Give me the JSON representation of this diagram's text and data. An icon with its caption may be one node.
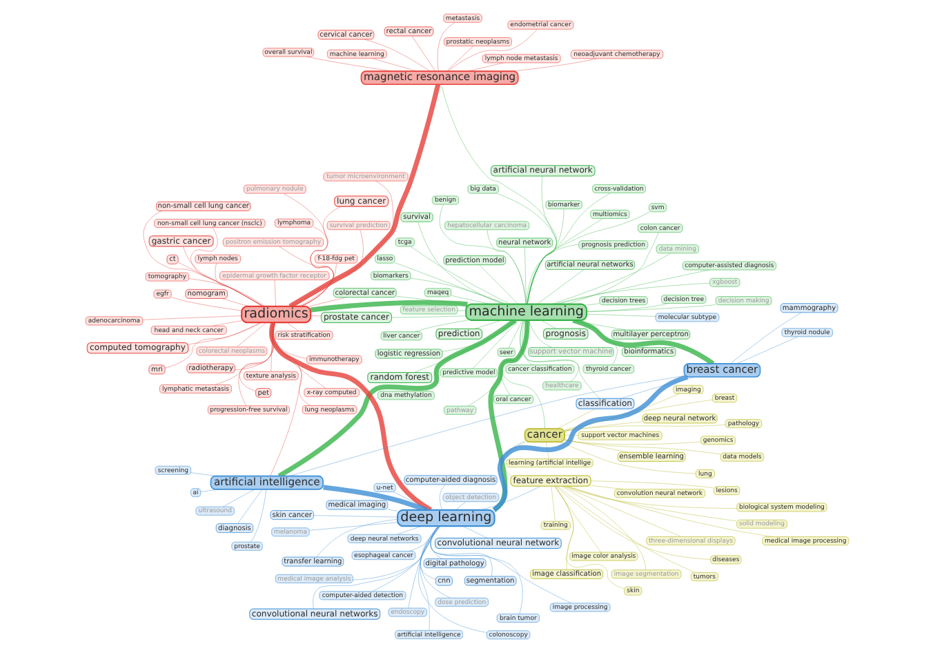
{
  "diagram": {
    "nodes": [
      {
        "text": [
          "logistic regression"
        ]
      },
      {
        "text": [
          "decision tree"
        ]
      },
      {
        "text": [
          "pathway"
        ]
      },
      {
        "text": [
          "benign"
        ]
      },
      {
        "text": [
          "decision trees"
        ]
      },
      {
        "text": [
          "maqeq"
        ]
      },
      {
        "text": [
          "random forest"
        ]
      },
      {
        "text": [
          "multilayer perceptron"
        ]
      },
      {
        "text": [
          "seer"
        ]
      },
      {
        "text": [
          "thyroid cancer"
        ]
      },
      {
        "text": [
          "cancer classification"
        ]
      },
      {
        "text": [
          "feature selection"
        ]
      },
      {
        "text": [
          "xgboost"
        ]
      },
      {
        "text": [
          "data mining"
        ]
      },
      {
        "text": [
          "artificial neural network"
        ]
      },
      {
        "text": [
          "support vector machine"
        ]
      },
      {
        "text": [
          "bioinformatics"
        ]
      },
      {
        "text": [
          "survival"
        ]
      },
      {
        "text": [
          "lasso"
        ]
      },
      {
        "text": [
          "tcga"
        ]
      },
      {
        "text": [
          "support vector machines"
        ]
      },
      {
        "text": [
          "prediction"
        ]
      },
      {
        "text": [
          "multiomics"
        ]
      },
      {
        "text": [
          "cross-validation"
        ]
      },
      {
        "text": [
          "big data"
        ]
      },
      {
        "text": [
          "genomics"
        ]
      },
      {
        "text": [
          "svm"
        ]
      },
      {
        "text": [
          "prediction model"
        ]
      },
      {
        "text": [
          "predictive model"
        ]
      },
      {
        "text": [
          "molecular subtype"
        ]
      },
      {
        "text": [
          "biomarker"
        ]
      },
      {
        "text": [
          "artificial neural networks"
        ]
      },
      {
        "text": [
          "dna methylation"
        ]
      },
      {
        "text": [
          "hepatocellular carcinoma"
        ]
      },
      {
        "text": [
          "deep neural network"
        ]
      },
      {
        "text": [
          "prognosis"
        ]
      },
      {
        "text": [
          "neural network"
        ]
      },
      {
        "text": [
          "endometrial cancer"
        ]
      },
      {
        "text": [
          "biomarkers"
        ]
      },
      {
        "text": [
          "learning (artificial intellige"
        ]
      },
      {
        "text": [
          "machine learning"
        ]
      },
      {
        "text": [
          "cancer"
        ]
      },
      {
        "text": [
          "machine learning"
        ]
      },
      {
        "text": [
          "colon cancer"
        ]
      },
      {
        "text": [
          "data models"
        ]
      },
      {
        "text": [
          "overall survival"
        ]
      },
      {
        "text": [
          "decision making"
        ]
      },
      {
        "text": [
          "neoadjuvant chemotherapy"
        ]
      },
      {
        "text": [
          "computer-assisted diagnosis"
        ]
      },
      {
        "text": [
          "diseases"
        ]
      },
      {
        "text": [
          "ensemble learning"
        ]
      },
      {
        "text": [
          "lymph node metastasis"
        ]
      },
      {
        "text": [
          "metastasis"
        ]
      },
      {
        "text": [
          "rectal cancer"
        ]
      },
      {
        "text": [
          "biological system modeling"
        ]
      },
      {
        "text": [
          "healthcare"
        ]
      },
      {
        "text": [
          "classification"
        ]
      },
      {
        "text": [
          "breast cancer"
        ]
      },
      {
        "text": [
          "feature extraction"
        ]
      },
      {
        "text": [
          "cervical cancer"
        ]
      },
      {
        "text": [
          "nomogram"
        ]
      },
      {
        "text": [
          "thyroid nodule"
        ]
      },
      {
        "text": [
          "magnetic resonance imaging"
        ]
      },
      {
        "text": [
          "breast"
        ]
      },
      {
        "text": [
          "medical image processing"
        ]
      },
      {
        "text": [
          "diagnosis"
        ]
      },
      {
        "text": [
          "prostatic neoplasms"
        ]
      },
      {
        "text": [
          "pathology"
        ]
      },
      {
        "text": [
          "tumors"
        ]
      },
      {
        "text": [
          "training"
        ]
      },
      {
        "text": [
          "progression-free survival"
        ]
      },
      {
        "text": [
          "ai"
        ]
      },
      {
        "text": [
          "mammography"
        ]
      },
      {
        "text": [
          "prostate cancer"
        ]
      },
      {
        "text": [
          "radiomics"
        ]
      },
      {
        "text": [
          "immunotherapy"
        ]
      },
      {
        "text": [
          "screening"
        ]
      },
      {
        "text": [
          "lymphatic metastasis"
        ]
      },
      {
        "text": [
          "image classification"
        ]
      },
      {
        "text": [
          "survival prediction"
        ]
      },
      {
        "text": [
          "deep neural networks"
        ]
      },
      {
        "text": [
          "prostate"
        ]
      },
      {
        "text": [
          "solid modeling"
        ]
      },
      {
        "text": [
          "texture analysis"
        ]
      },
      {
        "text": [
          "gastric cancer"
        ]
      },
      {
        "text": [
          "ultrasound"
        ]
      },
      {
        "text": [
          "artificial intelligence"
        ]
      },
      {
        "text": [
          "medical imaging"
        ]
      },
      {
        "text": [
          "convolution neural network"
        ]
      },
      {
        "text": [
          "skin"
        ]
      },
      {
        "text": [
          "non-small cell lung cancer"
        ]
      },
      {
        "text": [
          "medical image analysis"
        ]
      },
      {
        "text": [
          "lung cancer"
        ]
      },
      {
        "text": [
          "lymph nodes"
        ]
      },
      {
        "text": [
          "image color analysis"
        ]
      },
      {
        "text": [
          "artificial intelligence"
        ]
      },
      {
        "text": [
          "colorectal cancer"
        ]
      },
      {
        "text": [
          "risk stratification"
        ]
      },
      {
        "text": [
          "epidermal growth factor receptor"
        ]
      },
      {
        "text": [
          "mri"
        ]
      },
      {
        "text": [
          "lymphoma"
        ]
      },
      {
        "text": [
          "lesions"
        ]
      },
      {
        "text": [
          "melanoma"
        ]
      },
      {
        "text": [
          "transfer learning"
        ]
      },
      {
        "text": [
          "egfr"
        ]
      },
      {
        "text": [
          "deep learning"
        ]
      },
      {
        "text": [
          "f-18-fdg pet"
        ]
      },
      {
        "text": [
          "prognosis prediction"
        ]
      },
      {
        "text": [
          "imaging"
        ]
      },
      {
        "text": [
          "non-small cell lung cancer (nsclc)"
        ]
      },
      {
        "text": [
          "cnn"
        ]
      },
      {
        "text": [
          "tumor microenvironment"
        ]
      },
      {
        "text": [
          "skin cancer"
        ]
      },
      {
        "text": [
          "liver cancer"
        ]
      },
      {
        "text": [
          "computed tomography"
        ]
      },
      {
        "text": [
          "ct"
        ]
      },
      {
        "text": [
          "tomography"
        ]
      },
      {
        "text": [
          "colorectal neoplasms"
        ]
      },
      {
        "text": [
          "oral cancer"
        ]
      },
      {
        "text": [
          "positron emission tomography"
        ]
      },
      {
        "text": [
          "image segmentation"
        ]
      },
      {
        "text": [
          "convolutional neural networks"
        ]
      },
      {
        "text": [
          "x-ray computed"
        ]
      },
      {
        "text": [
          "image processing"
        ]
      },
      {
        "text": [
          "brain tumor"
        ]
      },
      {
        "text": [
          "radiotherapy"
        ]
      },
      {
        "text": [
          "three-dimensional displays"
        ]
      },
      {
        "text": [
          "pet"
        ]
      },
      {
        "text": [
          "convolutional neural network"
        ]
      },
      {
        "text": [
          "head and neck cancer"
        ]
      },
      {
        "text": [
          "computer-aided diagnosis"
        ]
      },
      {
        "text": [
          "object detection"
        ]
      },
      {
        "text": [
          "lung neoplasms"
        ]
      },
      {
        "text": [
          "segmentation"
        ]
      },
      {
        "text": [
          "pulmonary nodule"
        ]
      },
      {
        "text": [
          "esophageal cancer"
        ]
      },
      {
        "text": [
          "lung"
        ]
      },
      {
        "text": [
          "colonoscopy"
        ]
      },
      {
        "text": [
          "adenocarcinoma"
        ]
      },
      {
        "text": [
          "dose prediction"
        ]
      },
      {
        "text": [
          "digital pathology"
        ]
      },
      {
        "text": [
          "endoscopy"
        ]
      },
      {
        "text": [
          "u-net"
        ]
      },
      {
        "text": [
          "computer-aided detection"
        ]
      }
    ],
    "edges": [
      {
        "from": 40,
        "to": 74,
        "arrow": "none",
        "style": "thick"
      },
      {
        "from": 40,
        "to": 105,
        "arrow": "none",
        "style": "thick"
      },
      {
        "from": 40,
        "to": 86,
        "arrow": "none",
        "style": "thick"
      },
      {
        "from": 40,
        "to": 41,
        "arrow": "none"
      },
      {
        "from": 40,
        "to": 57,
        "arrow": "none",
        "style": "thick"
      },
      {
        "from": 40,
        "to": 62,
        "arrow": "none"
      },
      {
        "from": 40,
        "to": 56,
        "arrow": "none"
      },
      {
        "from": 74,
        "to": 62,
        "arrow": "none",
        "style": "thick",
        "color": "#e6403a"
      },
      {
        "from": 74,
        "to": 105,
        "arrow": "none",
        "style": "thick",
        "color": "#e6403a"
      },
      {
        "from": 74,
        "to": 86,
        "arrow": "none",
        "color": "#e6403a"
      },
      {
        "from": 74,
        "to": 114,
        "arrow": "none",
        "color": "#e6403a"
      },
      {
        "from": 74,
        "to": 92,
        "arrow": "none",
        "color": "#e6403a"
      },
      {
        "from": 105,
        "to": 86,
        "arrow": "none",
        "style": "thick",
        "color": "#3d8fd6"
      },
      {
        "from": 105,
        "to": 57,
        "arrow": "none",
        "style": "thick",
        "color": "#3d8fd6"
      },
      {
        "from": 105,
        "to": 41,
        "arrow": "none",
        "color": "#3d8fd6"
      },
      {
        "from": 105,
        "to": 128,
        "arrow": "none",
        "color": "#3d8fd6"
      },
      {
        "from": 105,
        "to": 121,
        "arrow": "none",
        "color": "#3d8fd6"
      },
      {
        "from": 57,
        "to": 56,
        "arrow": "none",
        "color": "#3d8fd6"
      },
      {
        "from": 86,
        "to": 57,
        "arrow": "none",
        "color": "#3d8fd6"
      },
      {
        "from": 105,
        "to": 58,
        "arrow": "none",
        "color": "#3d8fd6"
      },
      {
        "from": 41,
        "to": 58,
        "arrow": "none",
        "color": "#b5b51e"
      },
      {
        "from": 41,
        "to": 56,
        "arrow": "none",
        "color": "#b5b51e"
      },
      {
        "from": 40,
        "to": 0,
        "arrow": "none"
      },
      {
        "from": 40,
        "to": 1,
        "arrow": "none"
      },
      {
        "from": 40,
        "to": 2,
        "arrow": "none"
      },
      {
        "from": 40,
        "to": 3,
        "arrow": "none"
      },
      {
        "from": 40,
        "to": 4,
        "arrow": "none"
      },
      {
        "from": 40,
        "to": 5,
        "arrow": "none"
      },
      {
        "from": 40,
        "to": 6,
        "arrow": "none"
      },
      {
        "from": 40,
        "to": 7,
        "arrow": "none"
      },
      {
        "from": 40,
        "to": 8,
        "arrow": "none"
      },
      {
        "from": 40,
        "to": 9,
        "arrow": "none"
      },
      {
        "from": 40,
        "to": 10,
        "arrow": "none"
      },
      {
        "from": 40,
        "to": 11,
        "arrow": "none"
      },
      {
        "from": 40,
        "to": 12,
        "arrow": "none"
      },
      {
        "from": 40,
        "to": 13,
        "arrow": "none"
      },
      {
        "from": 40,
        "to": 14,
        "arrow": "none"
      },
      {
        "from": 40,
        "to": 15,
        "arrow": "none"
      },
      {
        "from": 40,
        "to": 16,
        "arrow": "none"
      },
      {
        "from": 40,
        "to": 17,
        "arrow": "none"
      },
      {
        "from": 40,
        "to": 18,
        "arrow": "none"
      },
      {
        "from": 40,
        "to": 19,
        "arrow": "none"
      },
      {
        "from": 40,
        "to": 21,
        "arrow": "none"
      },
      {
        "from": 40,
        "to": 22,
        "arrow": "none"
      },
      {
        "from": 40,
        "to": 23,
        "arrow": "none"
      },
      {
        "from": 40,
        "to": 24,
        "arrow": "none"
      },
      {
        "from": 40,
        "to": 26,
        "arrow": "none"
      },
      {
        "from": 40,
        "to": 27,
        "arrow": "none"
      },
      {
        "from": 40,
        "to": 28,
        "arrow": "none"
      },
      {
        "from": 40,
        "to": 29,
        "arrow": "none"
      },
      {
        "from": 40,
        "to": 30,
        "arrow": "none"
      },
      {
        "from": 40,
        "to": 31,
        "arrow": "none"
      },
      {
        "from": 40,
        "to": 32,
        "arrow": "none"
      },
      {
        "from": 40,
        "to": 33,
        "arrow": "none"
      },
      {
        "from": 40,
        "to": 35,
        "arrow": "none"
      },
      {
        "from": 40,
        "to": 36,
        "arrow": "none"
      },
      {
        "from": 40,
        "to": 38,
        "arrow": "none"
      },
      {
        "from": 40,
        "to": 43,
        "arrow": "none"
      },
      {
        "from": 40,
        "to": 46,
        "arrow": "none"
      },
      {
        "from": 40,
        "to": 48,
        "arrow": "none"
      },
      {
        "from": 40,
        "to": 55,
        "arrow": "none"
      },
      {
        "from": 40,
        "to": 73,
        "arrow": "none"
      },
      {
        "from": 40,
        "to": 96,
        "arrow": "none"
      },
      {
        "from": 40,
        "to": 107,
        "arrow": "none"
      },
      {
        "from": 40,
        "to": 113,
        "arrow": "none"
      },
      {
        "from": 40,
        "to": 118,
        "arrow": "none"
      },
      {
        "from": 74,
        "to": 60,
        "arrow": "none",
        "color": "#e6403a"
      },
      {
        "from": 74,
        "to": 70,
        "arrow": "none",
        "color": "#e6403a"
      },
      {
        "from": 74,
        "to": 75,
        "arrow": "none",
        "color": "#e6403a"
      },
      {
        "from": 74,
        "to": 77,
        "arrow": "none",
        "color": "#e6403a"
      },
      {
        "from": 74,
        "to": 79,
        "arrow": "none",
        "color": "#e6403a"
      },
      {
        "from": 74,
        "to": 83,
        "arrow": "none",
        "color": "#e6403a"
      },
      {
        "from": 74,
        "to": 84,
        "arrow": "none",
        "color": "#e6403a"
      },
      {
        "from": 74,
        "to": 90,
        "arrow": "none",
        "color": "#e6403a"
      },
      {
        "from": 74,
        "to": 93,
        "arrow": "none",
        "color": "#e6403a"
      },
      {
        "from": 74,
        "to": 97,
        "arrow": "none",
        "color": "#e6403a"
      },
      {
        "from": 74,
        "to": 98,
        "arrow": "none",
        "color": "#e6403a"
      },
      {
        "from": 74,
        "to": 99,
        "arrow": "none",
        "color": "#e6403a"
      },
      {
        "from": 74,
        "to": 100,
        "arrow": "none",
        "color": "#e6403a"
      },
      {
        "from": 74,
        "to": 104,
        "arrow": "none",
        "color": "#e6403a"
      },
      {
        "from": 74,
        "to": 106,
        "arrow": "none",
        "color": "#e6403a"
      },
      {
        "from": 74,
        "to": 109,
        "arrow": "none",
        "color": "#e6403a"
      },
      {
        "from": 74,
        "to": 111,
        "arrow": "none",
        "color": "#e6403a"
      },
      {
        "from": 74,
        "to": 115,
        "arrow": "none",
        "color": "#e6403a"
      },
      {
        "from": 74,
        "to": 116,
        "arrow": "none",
        "color": "#e6403a"
      },
      {
        "from": 74,
        "to": 117,
        "arrow": "none",
        "color": "#e6403a"
      },
      {
        "from": 74,
        "to": 119,
        "arrow": "none",
        "color": "#e6403a"
      },
      {
        "from": 74,
        "to": 122,
        "arrow": "none",
        "color": "#e6403a"
      },
      {
        "from": 74,
        "to": 125,
        "arrow": "none",
        "color": "#e6403a"
      },
      {
        "from": 74,
        "to": 127,
        "arrow": "none",
        "color": "#e6403a"
      },
      {
        "from": 74,
        "to": 129,
        "arrow": "none",
        "color": "#e6403a"
      },
      {
        "from": 74,
        "to": 132,
        "arrow": "none",
        "color": "#e6403a"
      },
      {
        "from": 74,
        "to": 134,
        "arrow": "none",
        "color": "#e6403a"
      },
      {
        "from": 74,
        "to": 138,
        "arrow": "none",
        "color": "#e6403a"
      },
      {
        "from": 74,
        "to": 73,
        "arrow": "none",
        "color": "#e6403a"
      },
      {
        "from": 74,
        "to": 96,
        "arrow": "none",
        "color": "#e6403a"
      },
      {
        "from": 62,
        "to": 37,
        "arrow": "none",
        "color": "#e6403a"
      },
      {
        "from": 62,
        "to": 42,
        "arrow": "none",
        "color": "#e6403a"
      },
      {
        "from": 62,
        "to": 45,
        "arrow": "none",
        "color": "#e6403a"
      },
      {
        "from": 62,
        "to": 47,
        "arrow": "none",
        "color": "#e6403a"
      },
      {
        "from": 62,
        "to": 51,
        "arrow": "none",
        "color": "#e6403a"
      },
      {
        "from": 62,
        "to": 52,
        "arrow": "none",
        "color": "#e6403a"
      },
      {
        "from": 62,
        "to": 53,
        "arrow": "none",
        "color": "#e6403a"
      },
      {
        "from": 62,
        "to": 59,
        "arrow": "none",
        "color": "#e6403a"
      },
      {
        "from": 62,
        "to": 66,
        "arrow": "none",
        "color": "#e6403a"
      },
      {
        "from": 105,
        "to": 80,
        "arrow": "none",
        "color": "#3d8fd6"
      },
      {
        "from": 105,
        "to": 87,
        "arrow": "none",
        "color": "#3d8fd6"
      },
      {
        "from": 105,
        "to": 91,
        "arrow": "none",
        "color": "#3d8fd6"
      },
      {
        "from": 105,
        "to": 95,
        "arrow": "none",
        "color": "#3d8fd6"
      },
      {
        "from": 105,
        "to": 102,
        "arrow": "none",
        "color": "#3d8fd6"
      },
      {
        "from": 105,
        "to": 103,
        "arrow": "none",
        "color": "#3d8fd6"
      },
      {
        "from": 105,
        "to": 110,
        "arrow": "none",
        "color": "#3d8fd6"
      },
      {
        "from": 105,
        "to": 112,
        "arrow": "none",
        "color": "#3d8fd6"
      },
      {
        "from": 105,
        "to": 123,
        "arrow": "none",
        "color": "#3d8fd6"
      },
      {
        "from": 105,
        "to": 124,
        "arrow": "none",
        "color": "#3d8fd6"
      },
      {
        "from": 105,
        "to": 130,
        "arrow": "none",
        "color": "#3d8fd6"
      },
      {
        "from": 105,
        "to": 131,
        "arrow": "none",
        "color": "#3d8fd6"
      },
      {
        "from": 105,
        "to": 133,
        "arrow": "none",
        "color": "#3d8fd6"
      },
      {
        "from": 105,
        "to": 135,
        "arrow": "none",
        "color": "#3d8fd6"
      },
      {
        "from": 105,
        "to": 137,
        "arrow": "none",
        "color": "#3d8fd6"
      },
      {
        "from": 105,
        "to": 139,
        "arrow": "none",
        "color": "#3d8fd6"
      },
      {
        "from": 105,
        "to": 140,
        "arrow": "none",
        "color": "#3d8fd6"
      },
      {
        "from": 105,
        "to": 141,
        "arrow": "none",
        "color": "#3d8fd6"
      },
      {
        "from": 105,
        "to": 142,
        "arrow": "none",
        "color": "#3d8fd6"
      },
      {
        "from": 105,
        "to": 143,
        "arrow": "none",
        "color": "#3d8fd6"
      },
      {
        "from": 86,
        "to": 65,
        "arrow": "none",
        "color": "#3d8fd6"
      },
      {
        "from": 86,
        "to": 71,
        "arrow": "none",
        "color": "#3d8fd6"
      },
      {
        "from": 86,
        "to": 76,
        "arrow": "none",
        "color": "#3d8fd6"
      },
      {
        "from": 86,
        "to": 81,
        "arrow": "none",
        "color": "#3d8fd6"
      },
      {
        "from": 86,
        "to": 85,
        "arrow": "none",
        "color": "#3d8fd6"
      },
      {
        "from": 57,
        "to": 61,
        "arrow": "none",
        "color": "#3d8fd6"
      },
      {
        "from": 57,
        "to": 72,
        "arrow": "none",
        "color": "#3d8fd6"
      },
      {
        "from": 41,
        "to": 20,
        "arrow": "none",
        "color": "#b5b51e"
      },
      {
        "from": 41,
        "to": 25,
        "arrow": "none",
        "color": "#b5b51e"
      },
      {
        "from": 41,
        "to": 34,
        "arrow": "none",
        "color": "#b5b51e"
      },
      {
        "from": 41,
        "to": 39,
        "arrow": "none",
        "color": "#b5b51e"
      },
      {
        "from": 41,
        "to": 44,
        "arrow": "none",
        "color": "#b5b51e"
      },
      {
        "from": 41,
        "to": 50,
        "arrow": "none",
        "color": "#b5b51e"
      },
      {
        "from": 41,
        "to": 63,
        "arrow": "none",
        "color": "#b5b51e"
      },
      {
        "from": 41,
        "to": 67,
        "arrow": "none",
        "color": "#b5b51e"
      },
      {
        "from": 41,
        "to": 108,
        "arrow": "none",
        "color": "#b5b51e"
      },
      {
        "from": 41,
        "to": 136,
        "arrow": "none",
        "color": "#b5b51e"
      },
      {
        "from": 58,
        "to": 49,
        "arrow": "none",
        "color": "#b5b51e"
      },
      {
        "from": 58,
        "to": 54,
        "arrow": "none",
        "color": "#b5b51e"
      },
      {
        "from": 58,
        "to": 64,
        "arrow": "none",
        "color": "#b5b51e"
      },
      {
        "from": 58,
        "to": 68,
        "arrow": "none",
        "color": "#b5b51e"
      },
      {
        "from": 58,
        "to": 69,
        "arrow": "none",
        "color": "#b5b51e"
      },
      {
        "from": 58,
        "to": 78,
        "arrow": "none",
        "color": "#b5b51e"
      },
      {
        "from": 58,
        "to": 82,
        "arrow": "none",
        "color": "#b5b51e"
      },
      {
        "from": 58,
        "to": 88,
        "arrow": "none",
        "color": "#b5b51e"
      },
      {
        "from": 58,
        "to": 89,
        "arrow": "none",
        "color": "#b5b51e"
      },
      {
        "from": 58,
        "to": 94,
        "arrow": "none",
        "color": "#b5b51e"
      },
      {
        "from": 58,
        "to": 101,
        "arrow": "none",
        "color": "#b5b51e"
      },
      {
        "from": 58,
        "to": 120,
        "arrow": "none",
        "color": "#b5b51e"
      },
      {
        "from": 58,
        "to": 126,
        "arrow": "none",
        "color": "#b5b51e"
      }
    ]
  }
}
